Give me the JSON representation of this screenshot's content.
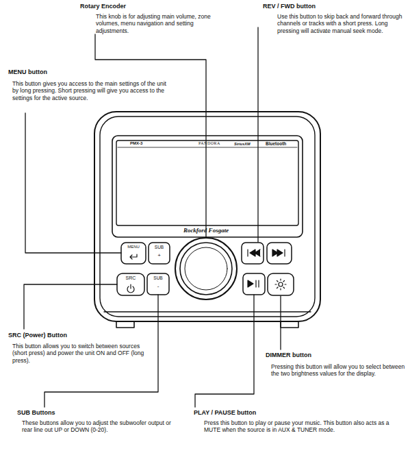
{
  "diagram": {
    "labels": [
      "Rotary Encoder",
      "This knob is for adjusting main volume, zone volumes, menu navigation and setting adjustments.",
      "REV / FWD button",
      "Use this button to skip back and forward through channels or tracks with a short press. Long pressing will activate manual seek mode.",
      "MENU button",
      "This button gives you access to the main settings of the unit by long pressing. Short pressing will give you access to the settings for the active source.",
      "SRC (Power) Button",
      "This button allows you to switch between sources (short press) and power the unit ON and OFF (long press).",
      "DIMMER button",
      "Pressing this button will allow you to select between the two brightness values for the display.",
      "SUB Buttons",
      "These buttons allow you to adjust the subwoofer output or rear line out UP or DOWN (0-20).",
      "PLAY / PAUSE button",
      "Press this button to play or pause your music. This button also acts as a MUTE when the source is in AUX & TUNER mode.",
      "PMX-3",
      "PANDORA",
      "SiriusXM",
      "Bluetooth",
      "Rockford Fosgate",
      "MENU",
      "SUB",
      "+",
      "SRC",
      "SUB",
      "-"
    ]
  }
}
